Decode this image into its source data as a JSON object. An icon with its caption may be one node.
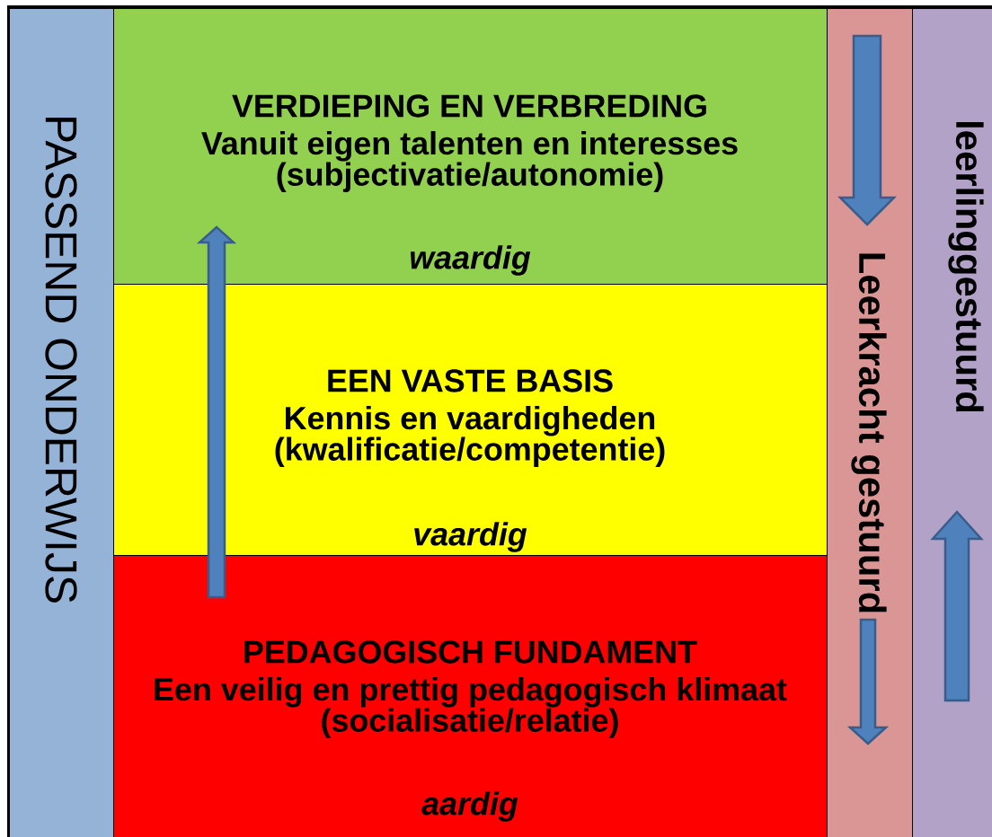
{
  "diagram": {
    "nodes": [
      {
        "text": [
          "PASSEND ONDERWIJS"
        ]
      },
      {
        "text": [
          "VERDIEPING EN VERBREDING",
          "Vanuit eigen talenten en interesses (subjectivatie/autonomie)",
          "waardig"
        ]
      },
      {
        "text": [
          "EEN VASTE BASIS",
          "Kennis en vaardigheden (kwalificatie/competentie)",
          "vaardig"
        ]
      },
      {
        "text": [
          "PEDAGOGISCH FUNDAMENT",
          "Een veilig en prettig pedagogisch klimaat (socialisatie/relatie)",
          "aardig"
        ]
      },
      {
        "text": [
          "Leerkracht gestuurd"
        ]
      },
      {
        "text": [
          "leerlinggestuurd"
        ]
      }
    ]
  }
}
